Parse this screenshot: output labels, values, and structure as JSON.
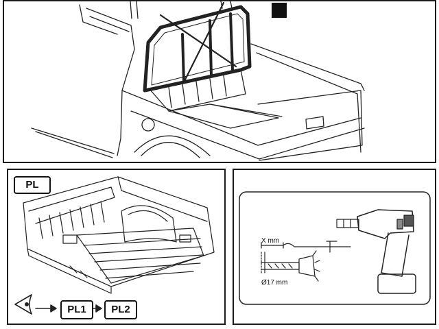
{
  "top_panel": {},
  "bottom_left": {
    "badge": "PL",
    "step1": "PL1",
    "step2": "PL2",
    "eye_icon": "eye-icon",
    "arrow_icon": "arrow-right-icon"
  },
  "bottom_right": {
    "x_label": "X mm",
    "diameter_label": "Ø17 mm",
    "tool_icon": "drill-icon"
  }
}
